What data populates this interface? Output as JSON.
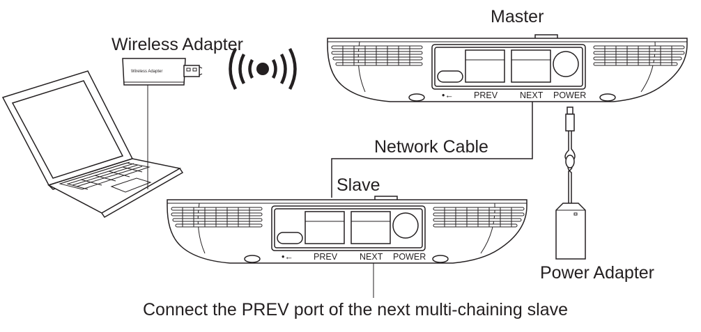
{
  "labels": {
    "master": "Master",
    "slave": "Slave",
    "wireless_adapter": "Wireless Adapter",
    "wireless_adapter_print": "Wireless Adapter",
    "network_cable": "Network Cable",
    "power_adapter": "Power Adapter",
    "bottom_caption": "Connect the PREV port of the next multi-chaining slave"
  },
  "ports": {
    "usb": "•←",
    "prev": "PREV",
    "next": "NEXT",
    "power": "POWER"
  }
}
